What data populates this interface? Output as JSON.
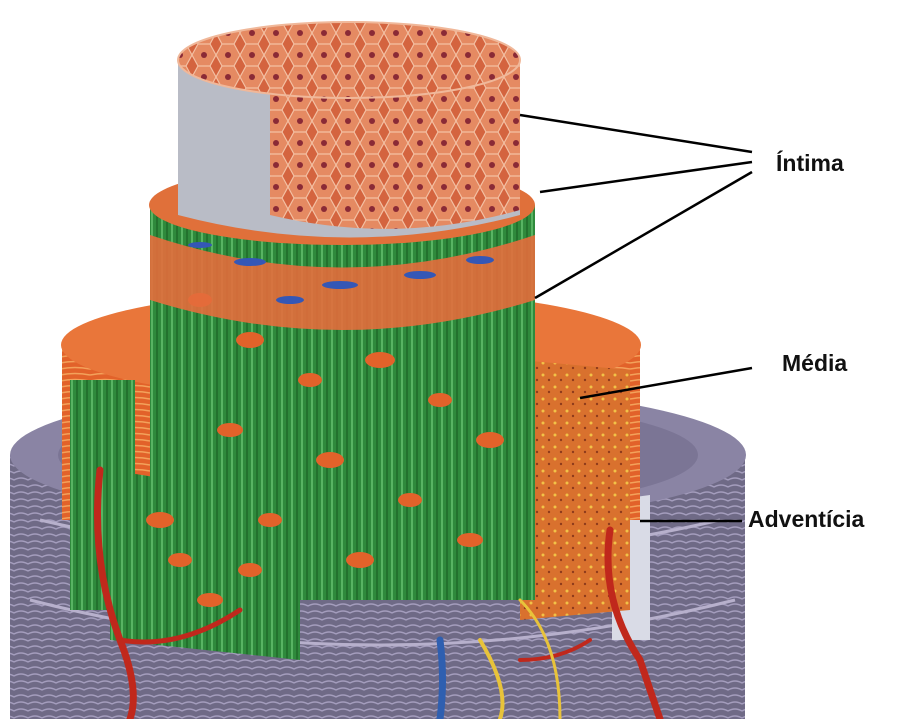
{
  "labels": {
    "intima": "Íntima",
    "media": "Média",
    "adventicia": "Adventícia"
  },
  "colors": {
    "adventitia_base": "#6f6a86",
    "adventitia_light": "#9a93b3",
    "media_green": "#2f8a3c",
    "media_orange": "#e2622a",
    "intima_endothelium": "#cf5a3a",
    "basement_membrane": "#b9bcc6",
    "artery_red": "#c0281c",
    "vein_blue": "#2f5fb0",
    "nerve_yellow": "#e8c33a",
    "leader_line": "#000000"
  }
}
